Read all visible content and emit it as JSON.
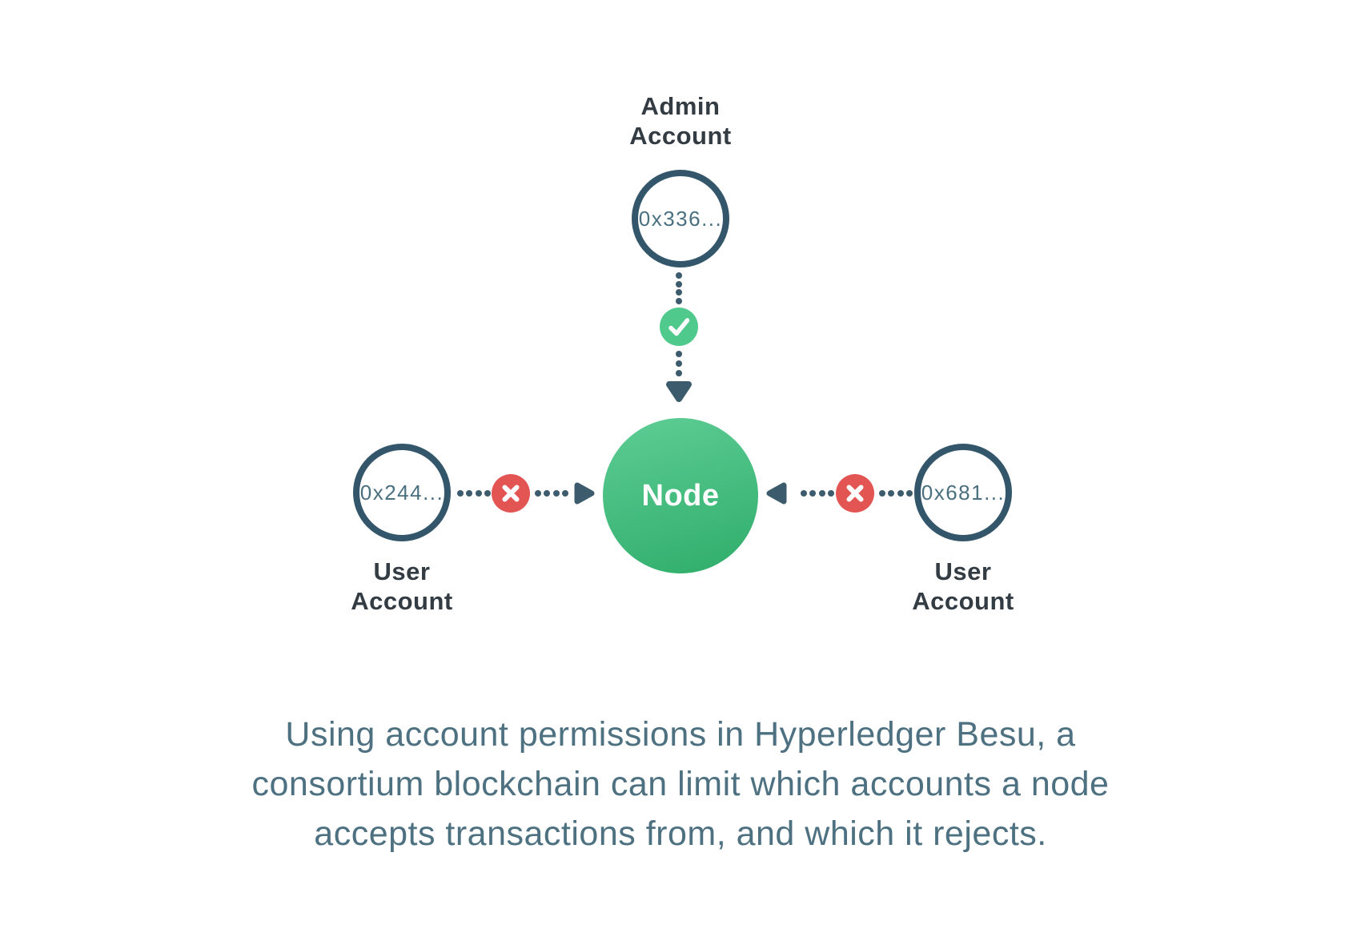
{
  "diagram": {
    "admin_account": {
      "label_line1": "Admin",
      "label_line2": "Account",
      "address": "0x336..."
    },
    "node": {
      "label": "Node"
    },
    "user_account_left": {
      "address": "0x244...",
      "label_line1": "User",
      "label_line2": "Account"
    },
    "user_account_right": {
      "address": "0x681...",
      "label_line1": "User",
      "label_line2": "Account"
    },
    "icons": {
      "allow": "checkmark-icon",
      "deny": "cross-icon",
      "flow_down": "arrow-down-icon",
      "flow_right": "arrow-right-icon",
      "flow_left": "arrow-left-icon"
    }
  },
  "caption": {
    "lines": [
      "Using account permissions in Hyperledger Besu, a",
      "consortium blockchain can limit which accounts a node",
      "accepts transactions from, and which it rejects."
    ]
  },
  "colors": {
    "background": "#ffffff",
    "circle_border_slate": "#33566b",
    "connector_slate": "#3c5c6e",
    "label_dark": "#333c43",
    "address_text": "#4a7080",
    "allow_green": "#50c98d",
    "node_green_top": "#5ecd95",
    "node_green_bottom": "#2fad6a",
    "reject_red": "#e25553",
    "caption_text": "#4e7181"
  }
}
